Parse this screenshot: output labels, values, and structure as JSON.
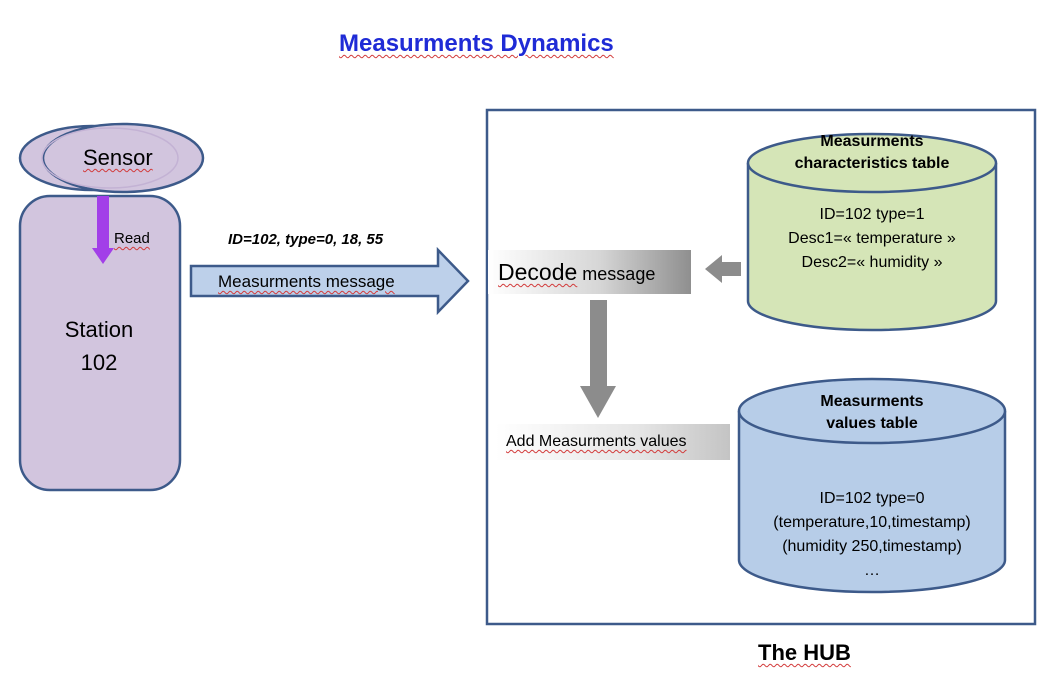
{
  "title": "Measurments Dynamics",
  "colors": {
    "title": "#1f2bd6",
    "station_fill": "#d2c5de",
    "station_stroke": "#3d5a8a",
    "read_arrow": "#a23fe8",
    "message_arrow_fill": "#bdd0ea",
    "message_arrow_stroke": "#3d5a8a",
    "gray_arrow": "#8c8c8c",
    "char_db_fill": "#d5e5b7",
    "values_db_fill": "#b7cde8"
  },
  "station": {
    "sensor_label": "Sensor",
    "read_label": "Read",
    "station_label_line1": "Station",
    "station_label_line2": "102"
  },
  "message": {
    "params": "ID=102, type=0, 18, 55",
    "arrow_label": "Measurments message"
  },
  "hub": {
    "label": "The HUB",
    "decode_big": "Decode",
    "decode_small": "message",
    "add_values": "Add Measurments values",
    "characteristics_table": {
      "title_line1": "Measurments",
      "title_line2": "characteristics table",
      "line1": "ID=102 type=1",
      "line2": "Desc1=« temperature »",
      "line3": "Desc2=« humidity »"
    },
    "values_table": {
      "title_line1": "Measurments",
      "title_line2": "values table",
      "line1": "ID=102 type=0",
      "line2": "(temperature,10,timestamp)",
      "line3": "(humidity 250,timestamp)",
      "line4": "…"
    }
  }
}
